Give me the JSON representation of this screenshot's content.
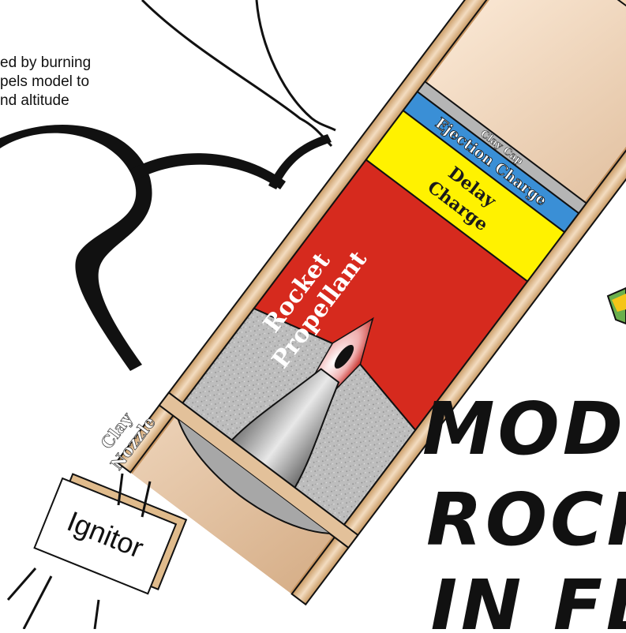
{
  "description": {
    "lines": [
      "ed by burning",
      "pels model to",
      "nd altitude"
    ]
  },
  "labels": {
    "clay_cap": "Clay Cap",
    "ejection_charge": "Ejection Charge",
    "delay_charge_1": "Delay",
    "delay_charge_2": "Charge",
    "propellant_1": "Rocket",
    "propellant_2": "Propellant",
    "nozzle_1": "Clay",
    "nozzle_2": "Nozzle",
    "ignitor": "Ignitor"
  },
  "title": {
    "line1": "MODE",
    "line2": "ROCKE",
    "line3": "IN FLI"
  },
  "colors": {
    "tube": "#d9b07d",
    "tube_dark": "#b98a57",
    "clay_cap": "#b5b5b5",
    "ejection": "#3a8fd6",
    "delay": "#fff200",
    "propellant": "#d62a1e",
    "clay": "#b8b8b8"
  }
}
